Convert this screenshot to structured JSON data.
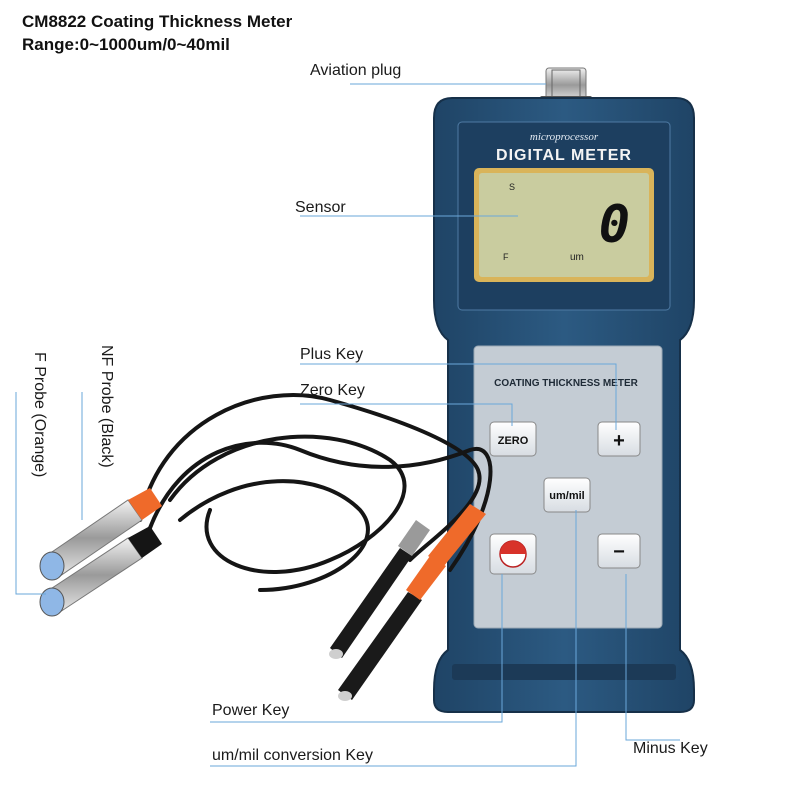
{
  "header": {
    "title": "CM8822 Coating Thickness Meter",
    "range": "Range:0~1000um/0~40mil"
  },
  "callouts": {
    "aviation_plug": "Aviation plug",
    "sensor": "Sensor",
    "plus_key": "Plus Key",
    "zero_key": "Zero Key",
    "power_key": "Power Key",
    "conversion_key": "um/mil conversion Key",
    "minus_key": "Minus Key",
    "nf_probe": "NF Probe (Black)",
    "f_probe": "F Probe (Orange)"
  },
  "device": {
    "brand_top": "microprocessor",
    "brand_main": "DIGITAL METER",
    "panel_title": "COATING THICKNESS METER",
    "lcd": {
      "indicator_s": "S",
      "indicator_f": "F",
      "reading": "0",
      "unit": "um"
    },
    "keys": {
      "zero": "ZERO",
      "plus": "+",
      "minus": "−",
      "um_mil": "um/mil"
    }
  },
  "colors": {
    "body": "#274f73",
    "body_dark": "#1c3a57",
    "lcd": "#c9cc9f",
    "lcd_border": "#d9b45a",
    "callout_line": "#6aa7da",
    "probe_orange": "#ef6a2a"
  }
}
